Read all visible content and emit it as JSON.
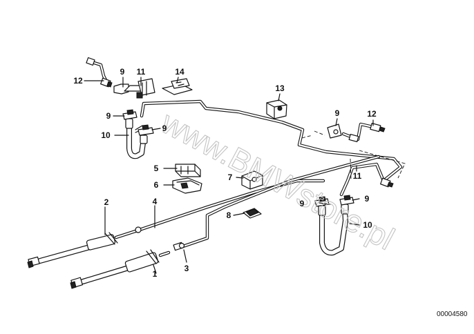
{
  "diagram": {
    "watermark": "www.BMWstore.pl",
    "document_number": "00004580",
    "callouts": [
      {
        "id": "c1",
        "text": "1"
      },
      {
        "id": "c2",
        "text": "2"
      },
      {
        "id": "c3",
        "text": "3"
      },
      {
        "id": "c4",
        "text": "4"
      },
      {
        "id": "c5",
        "text": "5"
      },
      {
        "id": "c6",
        "text": "6"
      },
      {
        "id": "c7",
        "text": "7"
      },
      {
        "id": "c8",
        "text": "8"
      },
      {
        "id": "c9a",
        "text": "9"
      },
      {
        "id": "c9b",
        "text": "9"
      },
      {
        "id": "c9c",
        "text": "9"
      },
      {
        "id": "c9d",
        "text": "9"
      },
      {
        "id": "c9e",
        "text": "9"
      },
      {
        "id": "c9f",
        "text": "9"
      },
      {
        "id": "c10a",
        "text": "10"
      },
      {
        "id": "c10b",
        "text": "10"
      },
      {
        "id": "c11a",
        "text": "11"
      },
      {
        "id": "c11b",
        "text": "11"
      },
      {
        "id": "c12a",
        "text": "12"
      },
      {
        "id": "c12b",
        "text": "12"
      },
      {
        "id": "c13",
        "text": "13"
      },
      {
        "id": "c14",
        "text": "14"
      }
    ]
  }
}
